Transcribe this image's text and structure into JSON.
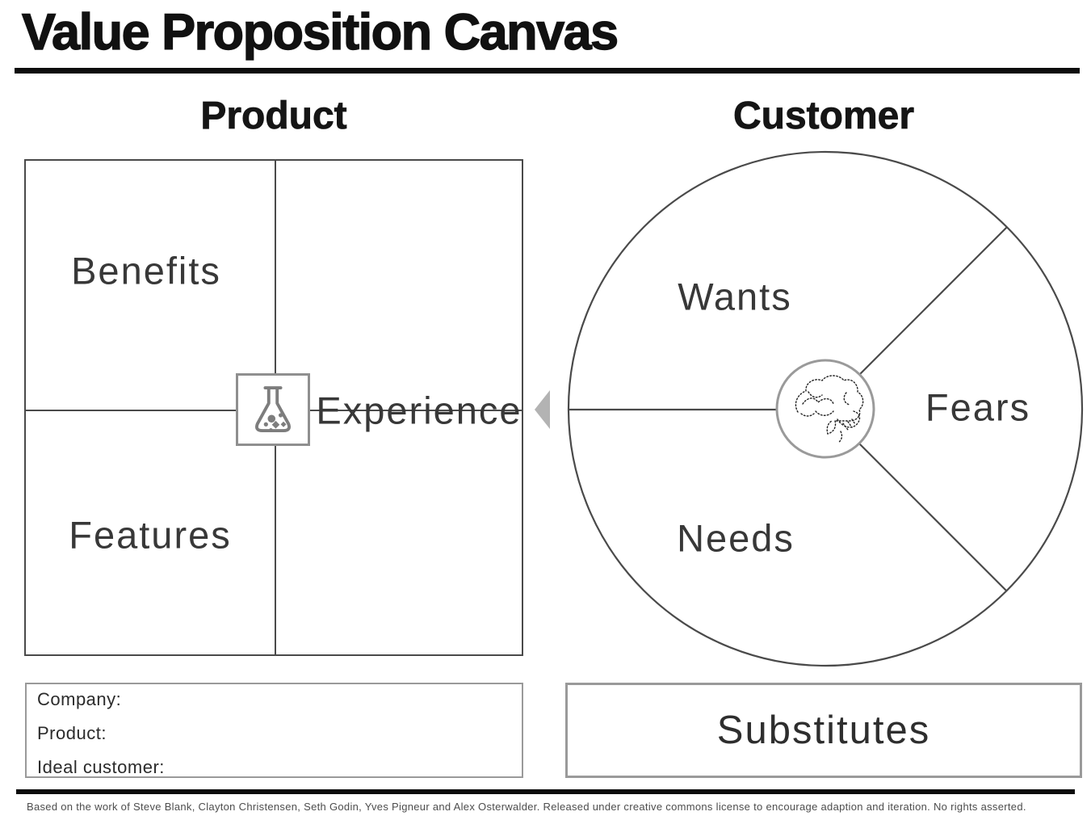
{
  "title": "Value Proposition Canvas",
  "sections": {
    "product_heading": "Product",
    "customer_heading": "Customer"
  },
  "product_map": {
    "benefits_label": "Benefits",
    "features_label": "Features",
    "experience_label": "Experience",
    "center_icon": "flask-icon"
  },
  "customer_map": {
    "wants_label": "Wants",
    "fears_label": "Fears",
    "needs_label": "Needs",
    "center_icon": "brain-icon"
  },
  "company_box": {
    "company_label": "Company:",
    "product_label": "Product:",
    "ideal_customer_label": "Ideal customer:"
  },
  "substitutes_label": "Substitutes",
  "footer_text": "Based on the work of Steve Blank, Clayton Christensen, Seth Godin, Yves Pigneur and Alex Osterwalder. Released under creative commons license to encourage adaption and iteration. No rights asserted.",
  "colors": {
    "line_dark": "#4a4a4a",
    "line_light_gray": "#9a9a9a",
    "arrow_gray": "#b3b3b3",
    "title_black": "#111111",
    "label_gray": "#383838",
    "footer_gray": "#4d4d4d"
  }
}
